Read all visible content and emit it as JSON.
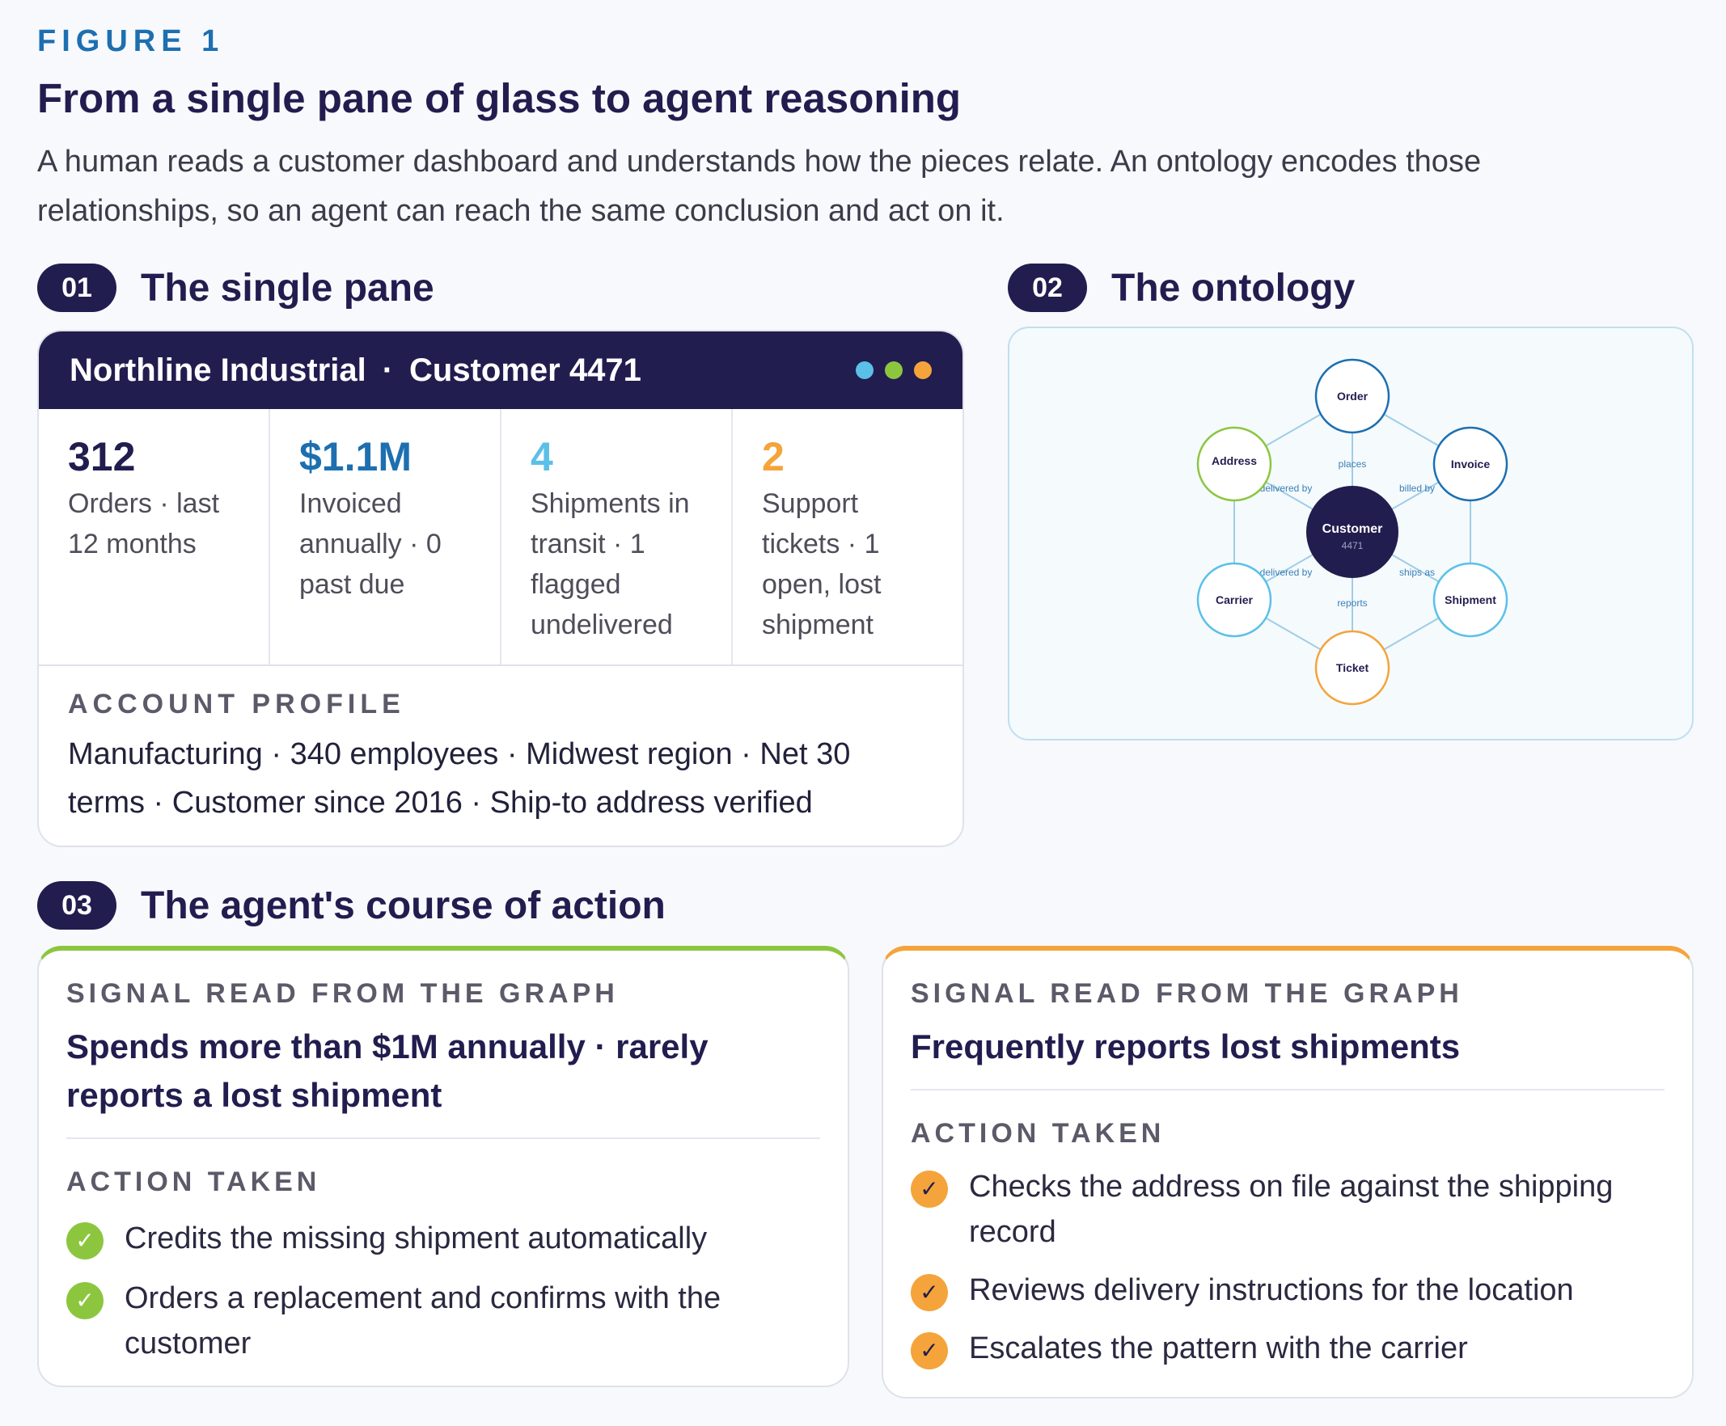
{
  "figure": {
    "label": "FIGURE 1",
    "title": "From a single pane of glass to agent reasoning",
    "subtitle": "A human reads a customer dashboard and understands how the pieces relate. An ontology encodes those relationships, so an agent can reach the same conclusion and act on it."
  },
  "sections": [
    {
      "num": "01",
      "title": "The single pane"
    },
    {
      "num": "02",
      "title": "The ontology"
    },
    {
      "num": "03",
      "title": "The agent's course of action"
    }
  ],
  "dashboard": {
    "company": "Northline Industrial",
    "separator": "·",
    "customer": "Customer 4471",
    "dot_colors": [
      "#5bc0e8",
      "#8cc63f",
      "#f4a43b"
    ],
    "stats": [
      {
        "value": "312",
        "desc": "Orders · last 12 months",
        "color": "#221d4f"
      },
      {
        "value": "$1.1M",
        "desc": "Invoiced annually · 0 past due",
        "color": "#1d6fb0"
      },
      {
        "value": "4",
        "desc": "Shipments in transit · 1 flagged undelivered",
        "color": "#5bc0e8"
      },
      {
        "value": "2",
        "desc": "Support tickets · 1 open, lost shipment",
        "color": "#f4a43b"
      }
    ],
    "profile_label": "ACCOUNT PROFILE",
    "profile_text": "Manufacturing · 340 employees · Midwest region · Net 30 terms · Customer since 2016 · Ship-to address verified"
  },
  "ontology": {
    "center": {
      "label": "Customer",
      "sub": "4471"
    },
    "nodes": [
      {
        "id": "order",
        "label": "Order",
        "sub": "",
        "color": "#1d6fb0"
      },
      {
        "id": "invoice",
        "label": "Invoice",
        "sub": "",
        "color": "#1d6fb0"
      },
      {
        "id": "shipment",
        "label": "Shipment",
        "sub": "",
        "color": "#5bc0e8"
      },
      {
        "id": "ticket",
        "label": "Ticket",
        "sub": "",
        "color": "#f4a43b"
      },
      {
        "id": "carrier",
        "label": "Carrier",
        "sub": "",
        "color": "#5bc0e8"
      },
      {
        "id": "address",
        "label": "Address",
        "sub": "",
        "color": "#8cc63f"
      }
    ],
    "edge_labels": [
      "places",
      "billed by",
      "ships as",
      "reports",
      "delivered by",
      "delivered by"
    ],
    "edge_color": "#9fcde6"
  },
  "actions": [
    {
      "signal_label": "SIGNAL READ FROM THE GRAPH",
      "signal": "Spends more than $1M annually · rarely reports a lost shipment",
      "action_label": "ACTION TAKEN",
      "items": [
        "Credits the missing shipment automatically",
        "Orders a replacement and confirms with the customer"
      ],
      "accent": "#8cc63f"
    },
    {
      "signal_label": "SIGNAL READ FROM THE GRAPH",
      "signal": "Frequently reports lost shipments",
      "action_label": "ACTION TAKEN",
      "items": [
        "Checks the address on file against the shipping record",
        "Reviews delivery instructions for the location",
        "Escalates the pattern with the carrier"
      ],
      "accent": "#f4a43b"
    }
  ]
}
